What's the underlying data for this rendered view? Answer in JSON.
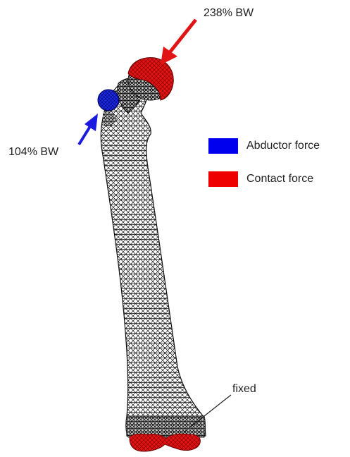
{
  "loads": {
    "contact_force": {
      "label": "238% BW",
      "color": "#e01414"
    },
    "abductor_force": {
      "label": "104% BW",
      "color": "#1a1ae0"
    }
  },
  "legend": {
    "items": [
      {
        "label": "Abductor force",
        "color": "#0000ee"
      },
      {
        "label": "Contact force",
        "color": "#ee0000"
      }
    ]
  },
  "boundary": {
    "label": "fixed",
    "color": "#d41010"
  },
  "mesh": {
    "color": "#111111"
  }
}
